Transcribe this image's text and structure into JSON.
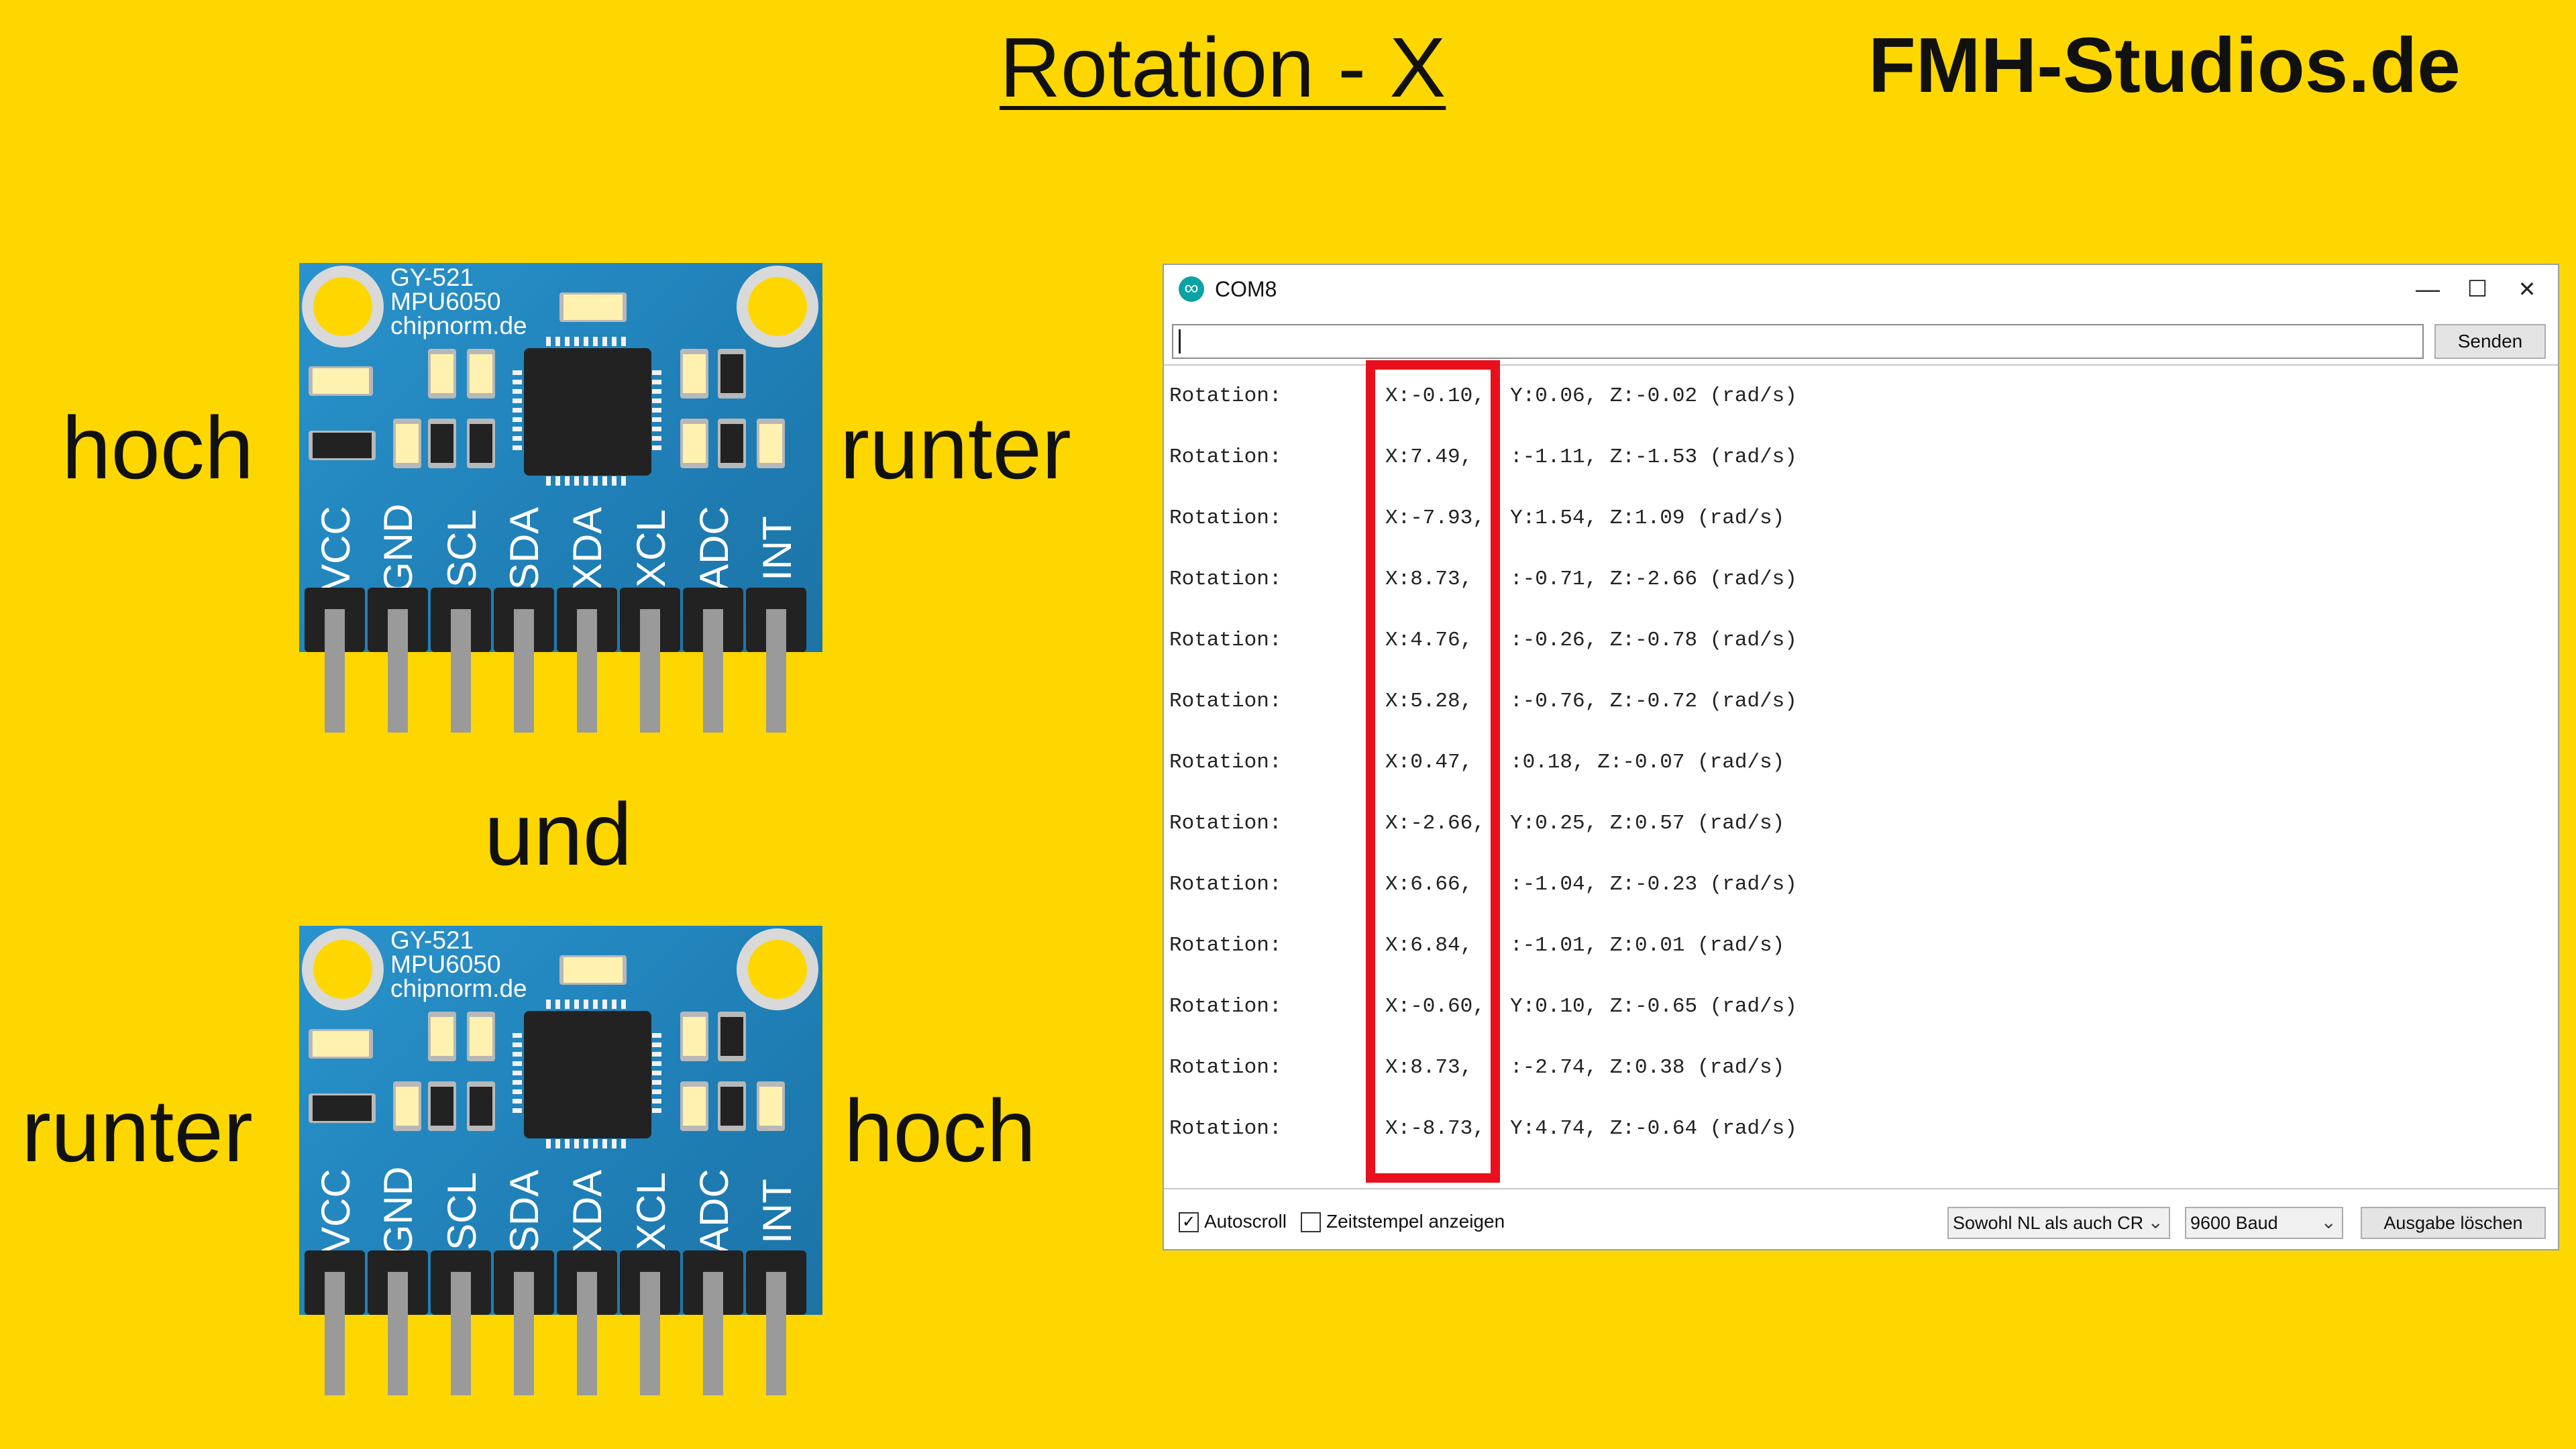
{
  "slide": {
    "title": "Rotation - X",
    "brand": "FMH-Studios.de",
    "top_board": {
      "left_label": "hoch",
      "right_label": "runter"
    },
    "connector": "und",
    "bottom_board": {
      "left_label": "runter",
      "right_label": "hoch"
    }
  },
  "board": {
    "name_lines": [
      "GY-521",
      "MPU6050",
      "chipnorm.de"
    ],
    "pins": [
      "VCC",
      "GND",
      "SCL",
      "SDA",
      "XDA",
      "XCL",
      "ADC",
      "INT"
    ]
  },
  "window": {
    "title": "COM8",
    "controls": {
      "minimize": "—",
      "maximize": "☐",
      "close": "✕"
    },
    "input_value": "",
    "send_label": "Senden",
    "lines": [
      {
        "label": "Rotation:",
        "x": "X:-0.10,",
        "rest": "Y:0.06, Z:-0.02 (rad/s)"
      },
      {
        "label": "Rotation:",
        "x": "X:7.49,",
        "rest": ":-1.11, Z:-1.53 (rad/s)"
      },
      {
        "label": "Rotation:",
        "x": "X:-7.93,",
        "rest": "Y:1.54, Z:1.09 (rad/s)"
      },
      {
        "label": "Rotation:",
        "x": "X:8.73,",
        "rest": ":-0.71, Z:-2.66 (rad/s)"
      },
      {
        "label": "Rotation:",
        "x": "X:4.76,",
        "rest": ":-0.26, Z:-0.78 (rad/s)"
      },
      {
        "label": "Rotation:",
        "x": "X:5.28,",
        "rest": ":-0.76, Z:-0.72 (rad/s)"
      },
      {
        "label": "Rotation:",
        "x": "X:0.47,",
        "rest": ":0.18, Z:-0.07 (rad/s)"
      },
      {
        "label": "Rotation:",
        "x": "X:-2.66,",
        "rest": "Y:0.25, Z:0.57 (rad/s)"
      },
      {
        "label": "Rotation:",
        "x": "X:6.66,",
        "rest": ":-1.04, Z:-0.23 (rad/s)"
      },
      {
        "label": "Rotation:",
        "x": "X:6.84,",
        "rest": ":-1.01, Z:0.01 (rad/s)"
      },
      {
        "label": "Rotation:",
        "x": "X:-0.60,",
        "rest": "Y:0.10, Z:-0.65 (rad/s)"
      },
      {
        "label": "Rotation:",
        "x": "X:8.73,",
        "rest": ":-2.74, Z:0.38 (rad/s)"
      },
      {
        "label": "Rotation:",
        "x": "X:-8.73,",
        "rest": "Y:4.74, Z:-0.64 (rad/s)"
      }
    ],
    "autoscroll_label": "Autoscroll",
    "autoscroll_checked": true,
    "timestamp_label": "Zeitstempel anzeigen",
    "timestamp_checked": false,
    "line_ending": "Sowohl NL als auch CR",
    "baud": "9600 Baud",
    "clear_label": "Ausgabe löschen",
    "highlight_color": "#e8101c"
  },
  "colors": {
    "background": "#FFD700",
    "pcb": "#2a93cc"
  }
}
